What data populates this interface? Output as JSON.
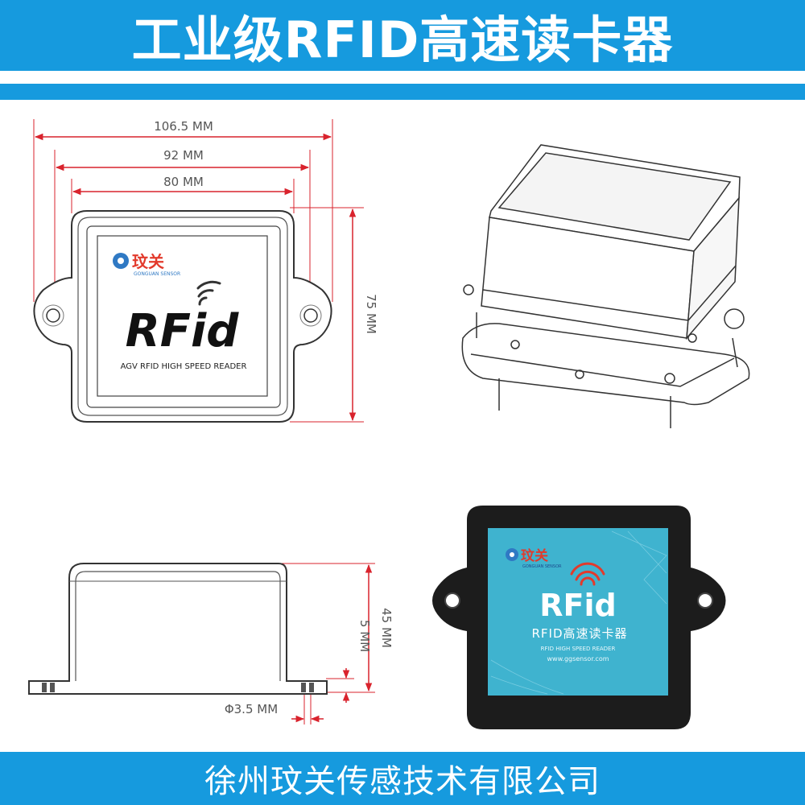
{
  "header": {
    "title": "工业级RFID高速读卡器"
  },
  "footer": {
    "company": "徐州玟关传感技术有限公司"
  },
  "front_view": {
    "dim_width_outer": "106.5 MM",
    "dim_width_mid": "92 MM",
    "dim_width_inner": "80 MM",
    "dim_height": "75 MM",
    "label": {
      "brand": "玟关",
      "brand_sub": "GONGUAN SENSOR",
      "product": "RFid",
      "caption": "AGV RFID HIGH SPEED READER"
    }
  },
  "side_view": {
    "dim_height": "45 MM",
    "dim_flange": "5 MM",
    "dim_hole": "Φ3.5 MM"
  },
  "photo": {
    "brand": "玟关",
    "brand_sub": "GONGUAN SENSOR",
    "product": "RFid",
    "cn_name": "RFID高速读卡器",
    "en_name": "RFID HIGH SPEED READER",
    "website": "www.ggsensor.com"
  },
  "colors": {
    "banner": "#169ade",
    "dimension": "#d9232d",
    "label_cyan": "#3fb3cf",
    "housing": "#1c1c1c"
  }
}
